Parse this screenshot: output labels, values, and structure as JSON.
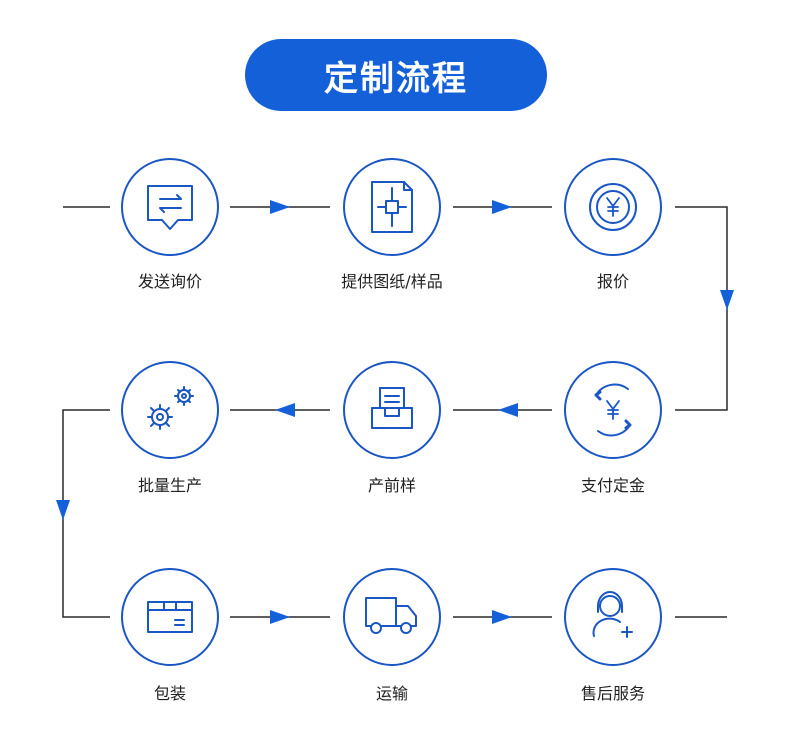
{
  "title": "定制流程",
  "colors": {
    "accent": "#1460d8",
    "line": "#2a2a2a",
    "circle": "#1a56c4"
  },
  "steps": [
    {
      "label": "发送询价",
      "icon": "chat-message-icon"
    },
    {
      "label": "提供图纸/样品",
      "icon": "blueprint-icon"
    },
    {
      "label": "报价",
      "icon": "yen-coin-icon"
    },
    {
      "label": "支付定金",
      "icon": "yen-refresh-icon"
    },
    {
      "label": "产前样",
      "icon": "inbox-tray-icon"
    },
    {
      "label": "批量生产",
      "icon": "gears-icon"
    },
    {
      "label": "包装",
      "icon": "package-box-icon"
    },
    {
      "label": "运输",
      "icon": "delivery-truck-icon"
    },
    {
      "label": "售后服务",
      "icon": "customer-service-icon"
    }
  ]
}
